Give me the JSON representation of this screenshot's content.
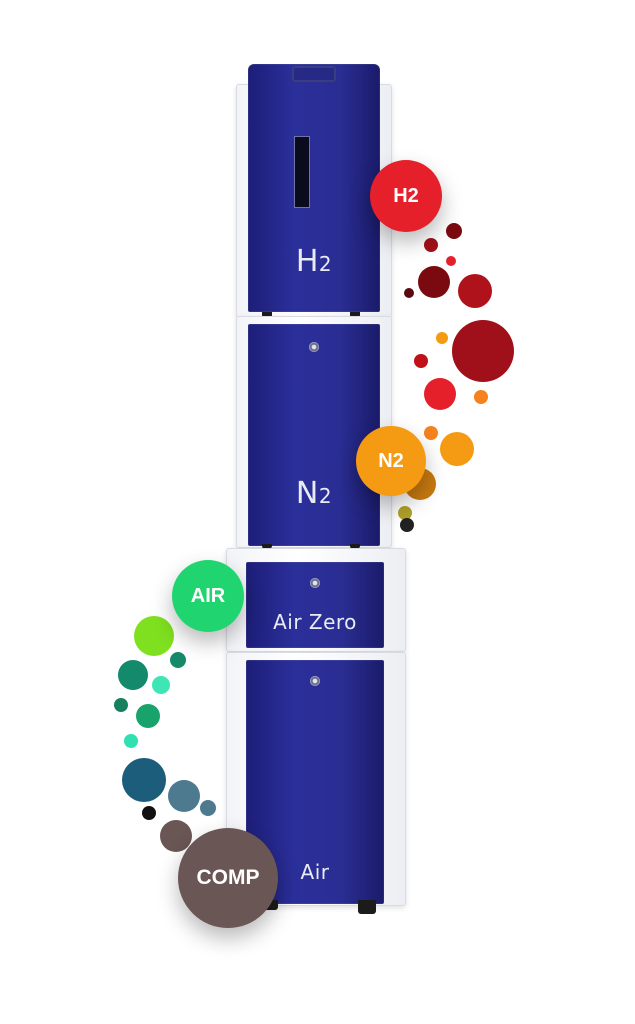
{
  "product": {
    "modules": [
      {
        "id": "h2",
        "label_main": "H",
        "label_sub": "2"
      },
      {
        "id": "n2",
        "label_main": "N",
        "label_sub": "2"
      },
      {
        "id": "air-zero",
        "label": "Air Zero"
      },
      {
        "id": "air",
        "label": "Air"
      }
    ]
  },
  "badges": [
    {
      "id": "h2",
      "label": "H2",
      "color": "#e5202a"
    },
    {
      "id": "n2",
      "label": "N2",
      "color": "#f59b13"
    },
    {
      "id": "air",
      "label": "AIR",
      "color": "#20d56f"
    },
    {
      "id": "comp",
      "label": "COMP",
      "color": "#6a5654"
    }
  ],
  "colors": {
    "panel": "#2a2d92",
    "panel_dark": "#1a1b6a",
    "shell": "#f3f4f8",
    "dot_palette": [
      "#e5202a",
      "#a0101a",
      "#7a0a10",
      "#f59b13",
      "#222222",
      "#7fe01f",
      "#17a36b",
      "#137a6a",
      "#3ee6b5",
      "#1b5d7a",
      "#4e7a8f",
      "#6a5654"
    ]
  },
  "icons": [
    "lock-icon",
    "gauge-window",
    "carry-handle"
  ]
}
